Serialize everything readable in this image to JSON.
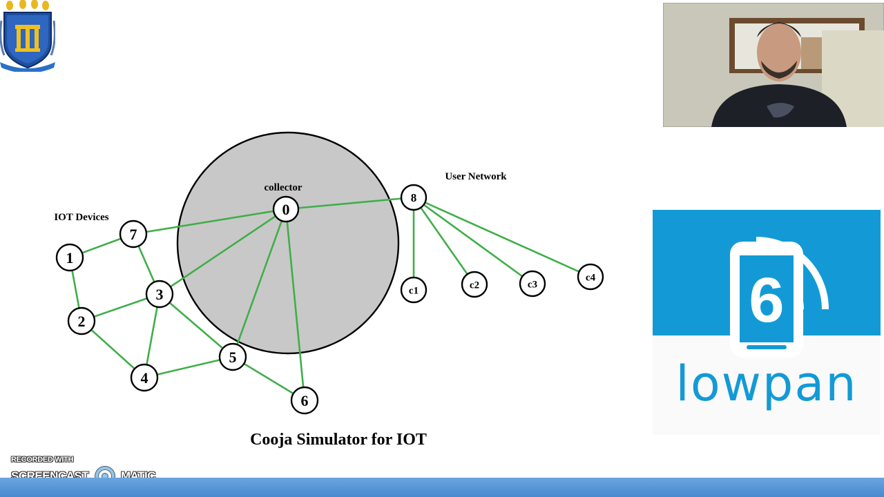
{
  "slide": {
    "title": "Cooja Simulator for IOT",
    "labels": {
      "collector": "collector",
      "iot_devices": "IOT Devices",
      "user_network": "User Network"
    }
  },
  "nodes": [
    {
      "id": "0",
      "label": "0"
    },
    {
      "id": "1",
      "label": "1"
    },
    {
      "id": "2",
      "label": "2"
    },
    {
      "id": "3",
      "label": "3"
    },
    {
      "id": "4",
      "label": "4"
    },
    {
      "id": "5",
      "label": "5"
    },
    {
      "id": "6",
      "label": "6"
    },
    {
      "id": "7",
      "label": "7"
    },
    {
      "id": "8",
      "label": "8"
    },
    {
      "id": "c1",
      "label": "c1"
    },
    {
      "id": "c2",
      "label": "c2"
    },
    {
      "id": "c3",
      "label": "c3"
    },
    {
      "id": "c4",
      "label": "c4"
    }
  ],
  "edges": [
    [
      "0",
      "8"
    ],
    [
      "0",
      "7"
    ],
    [
      "0",
      "3"
    ],
    [
      "0",
      "5"
    ],
    [
      "0",
      "6"
    ],
    [
      "7",
      "1"
    ],
    [
      "7",
      "3"
    ],
    [
      "1",
      "2"
    ],
    [
      "2",
      "3"
    ],
    [
      "2",
      "4"
    ],
    [
      "3",
      "4"
    ],
    [
      "3",
      "5"
    ],
    [
      "4",
      "5"
    ],
    [
      "5",
      "6"
    ],
    [
      "8",
      "c1"
    ],
    [
      "8",
      "c2"
    ],
    [
      "8",
      "c3"
    ],
    [
      "8",
      "c4"
    ]
  ],
  "logo": {
    "digit": "6",
    "text": "lowpan"
  },
  "watermark": {
    "line1": "RECORDED WITH",
    "line2_left": "SCREENCAST",
    "line2_right": "MATIC"
  },
  "colors": {
    "edge": "#3fae4a",
    "range_fill": "#c8c8c8",
    "logo_blue": "#139ad6",
    "bottom_bar": "#5a96d8"
  }
}
